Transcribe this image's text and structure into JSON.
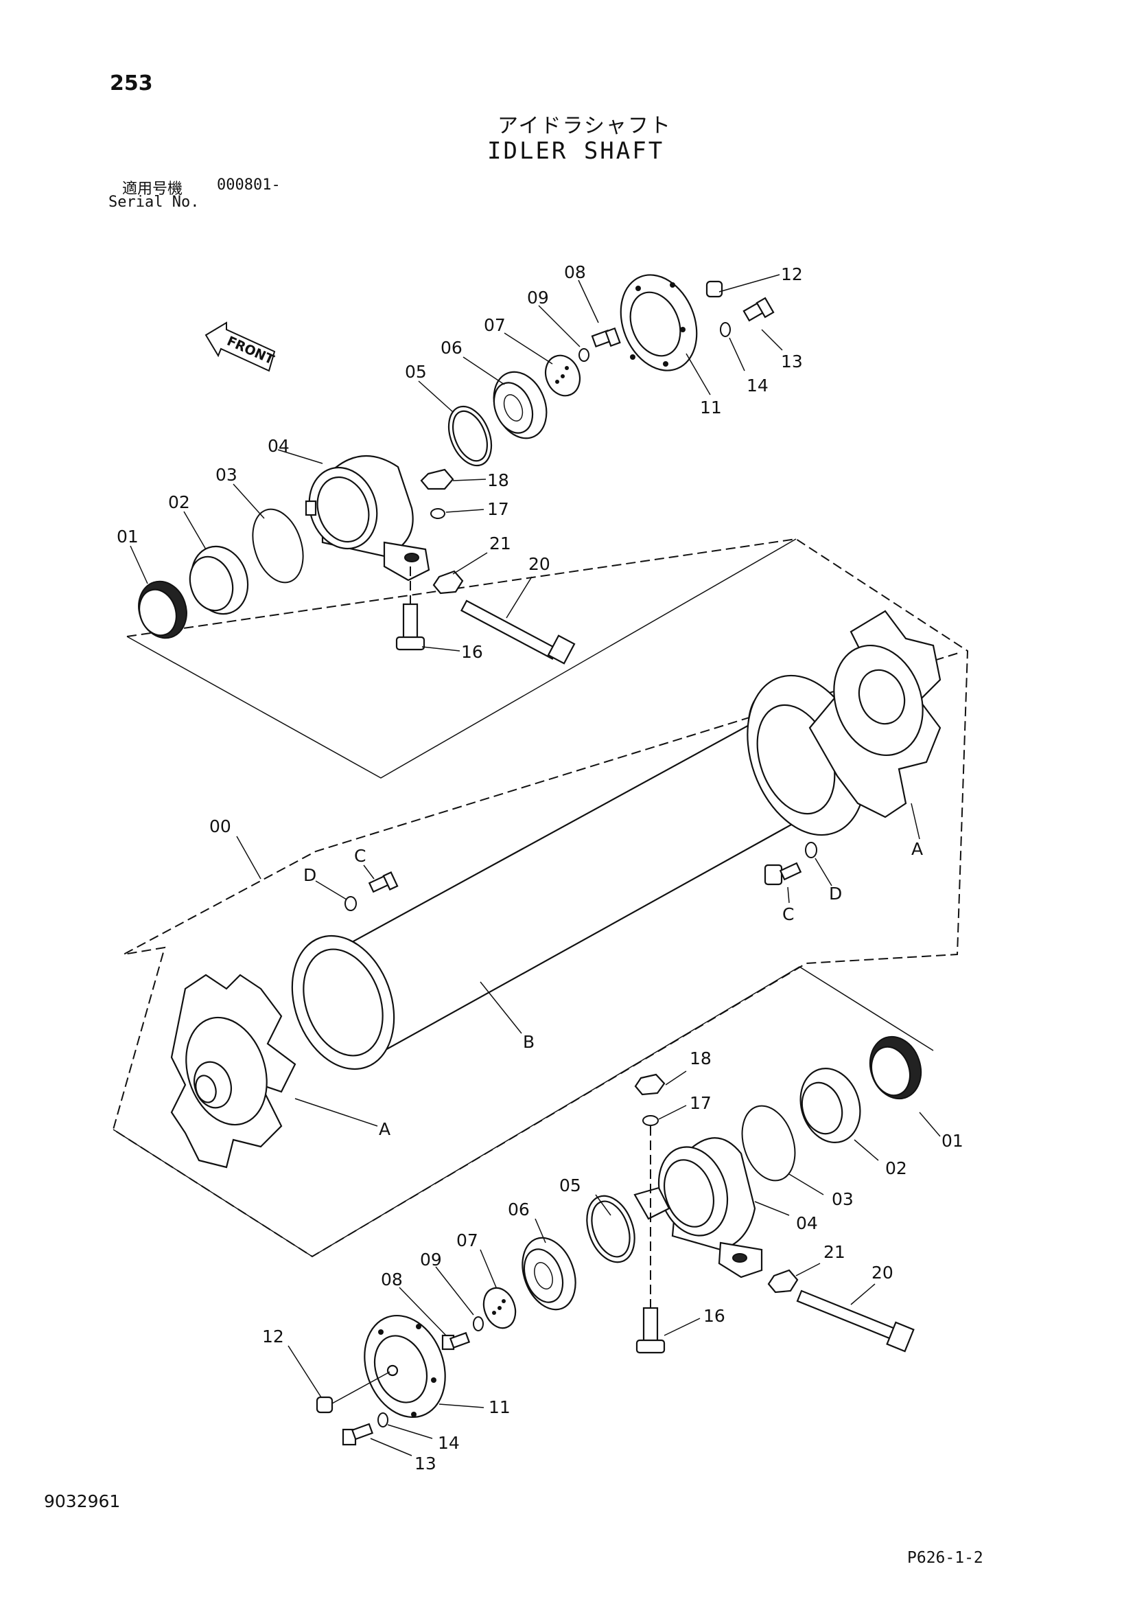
{
  "header": {
    "page_number": "253",
    "title_jp": "アイドラシャフト",
    "title_en": "IDLER SHAFT",
    "serial_label_jp": "適用号機",
    "serial_label_en": "Serial No.",
    "serial_value": "000801-"
  },
  "front_label": "FRONT",
  "footer": {
    "doc_number": "9032961",
    "page_ref": "P626-1-2"
  },
  "callouts": {
    "top": [
      "01",
      "02",
      "03",
      "04",
      "05",
      "06",
      "07",
      "08",
      "09",
      "11",
      "12",
      "13",
      "14",
      "16",
      "17",
      "18",
      "20",
      "21"
    ],
    "middle": [
      "00",
      "A",
      "B",
      "C",
      "D"
    ],
    "bottom": [
      "01",
      "02",
      "03",
      "04",
      "05",
      "06",
      "07",
      "08",
      "09",
      "11",
      "12",
      "13",
      "14",
      "16",
      "17",
      "18",
      "20",
      "21"
    ]
  }
}
